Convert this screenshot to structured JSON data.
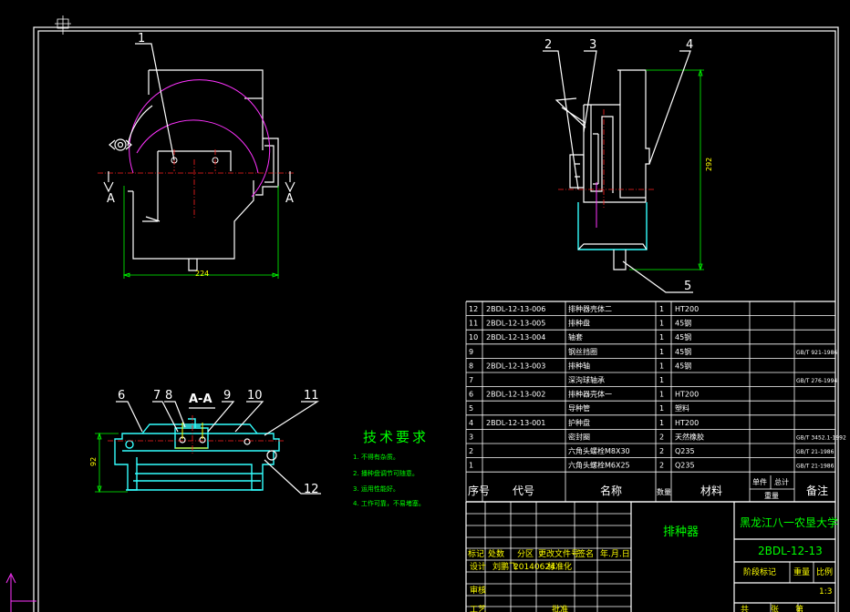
{
  "leaders": {
    "p1": "1",
    "p2": "2",
    "p3": "3",
    "p4": "4",
    "p5": "5",
    "p6": "6",
    "p7": "7",
    "p8": "8",
    "p9": "9",
    "p10": "10",
    "p11": "11",
    "p12": "12"
  },
  "dims": {
    "front_width": "224",
    "side_height": "292",
    "section_height": "92"
  },
  "section_labels": {
    "title": "A-A",
    "mark_left": "A",
    "mark_right": "A",
    "pointer": "A"
  },
  "tech": {
    "title": "技术要求",
    "items": [
      "1. 不得有杂质。",
      "2. 播种盘调节可随意。",
      "3. 运用性能好。",
      "4. 工作可靠，不易堵塞。"
    ]
  },
  "bom": {
    "rows": [
      {
        "no": "12",
        "code": "2BDL-12-13-006",
        "name": "排种器壳体二",
        "qty": "1",
        "mat": "HT200",
        "note": ""
      },
      {
        "no": "11",
        "code": "2BDL-12-13-005",
        "name": "排种盘",
        "qty": "1",
        "mat": "45钢",
        "note": ""
      },
      {
        "no": "10",
        "code": "2BDL-12-13-004",
        "name": "轴套",
        "qty": "1",
        "mat": "45钢",
        "note": ""
      },
      {
        "no": "9",
        "code": "",
        "name": "钢丝挡圈",
        "qty": "1",
        "mat": "45钢",
        "note": "GB/T 921-1986"
      },
      {
        "no": "8",
        "code": "2BDL-12-13-003",
        "name": "排种轴",
        "qty": "1",
        "mat": "45钢",
        "note": ""
      },
      {
        "no": "7",
        "code": "",
        "name": "深沟球轴承",
        "qty": "1",
        "mat": "",
        "note": "GB/T 276-1994"
      },
      {
        "no": "6",
        "code": "2BDL-12-13-002",
        "name": "排种器壳体一",
        "qty": "1",
        "mat": "HT200",
        "note": ""
      },
      {
        "no": "5",
        "code": "",
        "name": "导种管",
        "qty": "1",
        "mat": "塑料",
        "note": ""
      },
      {
        "no": "4",
        "code": "2BDL-12-13-001",
        "name": "护种盘",
        "qty": "1",
        "mat": "HT200",
        "note": ""
      },
      {
        "no": "3",
        "code": "",
        "name": "密封圈",
        "qty": "2",
        "mat": "天然橡胶",
        "note": "GB/T 3452.1-1992"
      },
      {
        "no": "2",
        "code": "",
        "name": "六角头螺栓M8X30",
        "qty": "2",
        "mat": "Q235",
        "note": "GB/T 21-1986"
      },
      {
        "no": "1",
        "code": "",
        "name": "六角头螺栓M6X25",
        "qty": "2",
        "mat": "Q235",
        "note": "GB/T 21-1986"
      }
    ],
    "header": {
      "no": "序号",
      "code": "代号",
      "name": "名称",
      "qty": "数量",
      "mat": "材料",
      "unit": "单件",
      "total": "总计",
      "weight": "重量",
      "note": "备注"
    }
  },
  "titleblock": {
    "drawing_name": "排种器",
    "school": "黑龙江八一农垦大学",
    "drawing_no": "2BDL-12-13",
    "row_mark": "标记",
    "row_count": "处数",
    "row_zone": "分区",
    "row_docno": "更改文件号",
    "row_sign": "签名",
    "row_date": "年.月.日",
    "design": "设计",
    "designer": "刘鹏飞",
    "design_date": "20140624",
    "standard": "标准化",
    "review": "审核",
    "process": "工艺",
    "approve": "批准",
    "stage": "阶段标记",
    "weight": "重量",
    "scale": "比例",
    "scale_val": "1:3",
    "sheets_total": "共",
    "sheets_unit": "张",
    "sheet_no": "第"
  }
}
